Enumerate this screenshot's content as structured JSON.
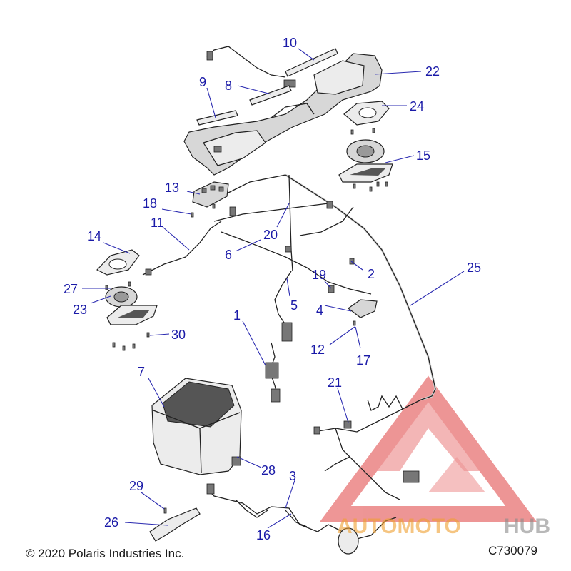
{
  "callouts": [
    {
      "id": "c10",
      "label": "10"
    },
    {
      "id": "c22",
      "label": "22"
    },
    {
      "id": "c9",
      "label": "9"
    },
    {
      "id": "c8",
      "label": "8"
    },
    {
      "id": "c24",
      "label": "24"
    },
    {
      "id": "c15",
      "label": "15"
    },
    {
      "id": "c13",
      "label": "13"
    },
    {
      "id": "c18",
      "label": "18"
    },
    {
      "id": "c11",
      "label": "11"
    },
    {
      "id": "c14",
      "label": "14"
    },
    {
      "id": "c20",
      "label": "20"
    },
    {
      "id": "c6",
      "label": "6"
    },
    {
      "id": "c2",
      "label": "2"
    },
    {
      "id": "c25",
      "label": "25"
    },
    {
      "id": "c19",
      "label": "19"
    },
    {
      "id": "c27",
      "label": "27"
    },
    {
      "id": "c5",
      "label": "5"
    },
    {
      "id": "c23",
      "label": "23"
    },
    {
      "id": "c4",
      "label": "4"
    },
    {
      "id": "c1",
      "label": "1"
    },
    {
      "id": "c30",
      "label": "30"
    },
    {
      "id": "c12",
      "label": "12"
    },
    {
      "id": "c17",
      "label": "17"
    },
    {
      "id": "c7",
      "label": "7"
    },
    {
      "id": "c21",
      "label": "21"
    },
    {
      "id": "c28",
      "label": "28"
    },
    {
      "id": "c3",
      "label": "3"
    },
    {
      "id": "c29",
      "label": "29"
    },
    {
      "id": "c26",
      "label": "26"
    },
    {
      "id": "c16",
      "label": "16"
    }
  ],
  "footer": {
    "copyright": "© 2020 Polaris Industries Inc.",
    "figure_code": "C730079"
  },
  "watermark": {
    "text_left": "AUTOMOTO",
    "text_right": "HUB",
    "color_red": "#e03c3c",
    "color_orange": "#f0a030",
    "color_gray": "#8a8a8a"
  },
  "colors": {
    "callout": "#1a1aa8",
    "linework": "#222222"
  }
}
